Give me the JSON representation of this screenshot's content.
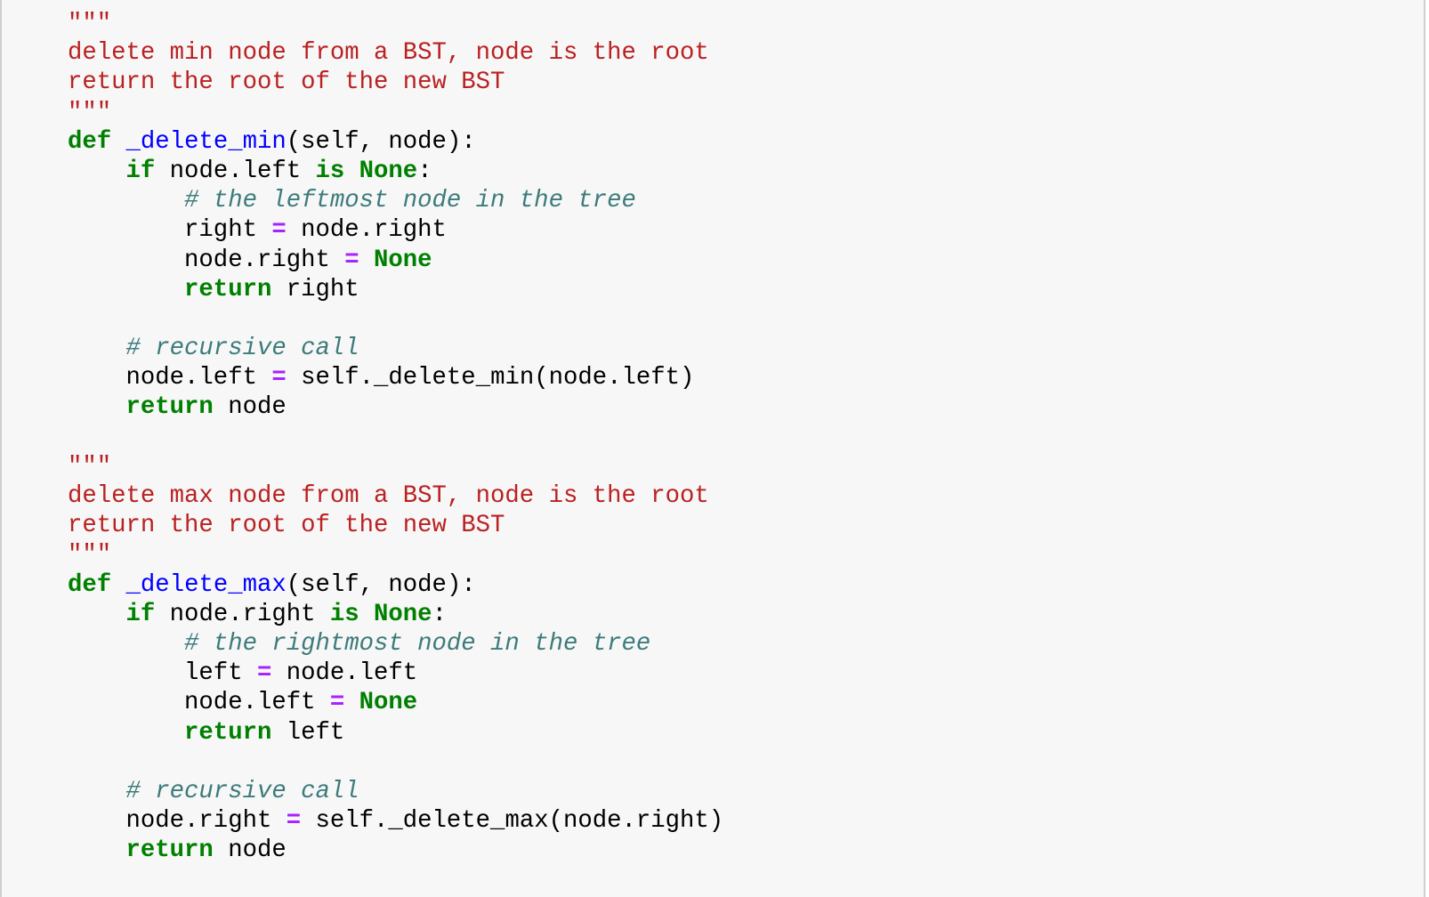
{
  "colors": {
    "string": "#ba2121",
    "keyword": "#008000",
    "function": "#0000ff",
    "comment": "#3d7b7b",
    "operator": "#aa22ff",
    "background": "#f7f7f7"
  },
  "lines": [
    {
      "tokens": [
        {
          "k": "s",
          "t": "\"\"\""
        }
      ]
    },
    {
      "tokens": [
        {
          "k": "s",
          "t": "delete min node from a BST, node is the root"
        }
      ]
    },
    {
      "tokens": [
        {
          "k": "s",
          "t": "return the root of the new BST"
        }
      ]
    },
    {
      "tokens": [
        {
          "k": "s",
          "t": "\"\"\""
        }
      ]
    },
    {
      "tokens": [
        {
          "k": "k",
          "t": "def"
        },
        {
          "k": "n",
          "t": " "
        },
        {
          "k": "f",
          "t": "_delete_min"
        },
        {
          "k": "n",
          "t": "(self, node):"
        }
      ]
    },
    {
      "tokens": [
        {
          "k": "n",
          "t": "    "
        },
        {
          "k": "k",
          "t": "if"
        },
        {
          "k": "n",
          "t": " node.left "
        },
        {
          "k": "k",
          "t": "is"
        },
        {
          "k": "n",
          "t": " "
        },
        {
          "k": "k",
          "t": "None"
        },
        {
          "k": "n",
          "t": ":"
        }
      ]
    },
    {
      "tokens": [
        {
          "k": "n",
          "t": "        "
        },
        {
          "k": "c",
          "t": "# the leftmost node in the tree"
        }
      ]
    },
    {
      "tokens": [
        {
          "k": "n",
          "t": "        right "
        },
        {
          "k": "o",
          "t": "="
        },
        {
          "k": "n",
          "t": " node.right"
        }
      ]
    },
    {
      "tokens": [
        {
          "k": "n",
          "t": "        node.right "
        },
        {
          "k": "o",
          "t": "="
        },
        {
          "k": "n",
          "t": " "
        },
        {
          "k": "k",
          "t": "None"
        }
      ]
    },
    {
      "tokens": [
        {
          "k": "n",
          "t": "        "
        },
        {
          "k": "k",
          "t": "return"
        },
        {
          "k": "n",
          "t": " right"
        }
      ]
    },
    {
      "tokens": []
    },
    {
      "tokens": [
        {
          "k": "n",
          "t": "    "
        },
        {
          "k": "c",
          "t": "# recursive call"
        }
      ]
    },
    {
      "tokens": [
        {
          "k": "n",
          "t": "    node.left "
        },
        {
          "k": "o",
          "t": "="
        },
        {
          "k": "n",
          "t": " self._delete_min(node.left)"
        }
      ]
    },
    {
      "tokens": [
        {
          "k": "n",
          "t": "    "
        },
        {
          "k": "k",
          "t": "return"
        },
        {
          "k": "n",
          "t": " node"
        }
      ]
    },
    {
      "tokens": []
    },
    {
      "tokens": [
        {
          "k": "s",
          "t": "\"\"\""
        }
      ]
    },
    {
      "tokens": [
        {
          "k": "s",
          "t": "delete max node from a BST, node is the root"
        }
      ]
    },
    {
      "tokens": [
        {
          "k": "s",
          "t": "return the root of the new BST"
        }
      ]
    },
    {
      "tokens": [
        {
          "k": "s",
          "t": "\"\"\""
        }
      ]
    },
    {
      "tokens": [
        {
          "k": "k",
          "t": "def"
        },
        {
          "k": "n",
          "t": " "
        },
        {
          "k": "f",
          "t": "_delete_max"
        },
        {
          "k": "n",
          "t": "(self, node):"
        }
      ]
    },
    {
      "tokens": [
        {
          "k": "n",
          "t": "    "
        },
        {
          "k": "k",
          "t": "if"
        },
        {
          "k": "n",
          "t": " node.right "
        },
        {
          "k": "k",
          "t": "is"
        },
        {
          "k": "n",
          "t": " "
        },
        {
          "k": "k",
          "t": "None"
        },
        {
          "k": "n",
          "t": ":"
        }
      ]
    },
    {
      "tokens": [
        {
          "k": "n",
          "t": "        "
        },
        {
          "k": "c",
          "t": "# the rightmost node in the tree"
        }
      ]
    },
    {
      "tokens": [
        {
          "k": "n",
          "t": "        left "
        },
        {
          "k": "o",
          "t": "="
        },
        {
          "k": "n",
          "t": " node.left"
        }
      ]
    },
    {
      "tokens": [
        {
          "k": "n",
          "t": "        node.left "
        },
        {
          "k": "o",
          "t": "="
        },
        {
          "k": "n",
          "t": " "
        },
        {
          "k": "k",
          "t": "None"
        }
      ]
    },
    {
      "tokens": [
        {
          "k": "n",
          "t": "        "
        },
        {
          "k": "k",
          "t": "return"
        },
        {
          "k": "n",
          "t": " left"
        }
      ]
    },
    {
      "tokens": []
    },
    {
      "tokens": [
        {
          "k": "n",
          "t": "    "
        },
        {
          "k": "c",
          "t": "# recursive call"
        }
      ]
    },
    {
      "tokens": [
        {
          "k": "n",
          "t": "    node.right "
        },
        {
          "k": "o",
          "t": "="
        },
        {
          "k": "n",
          "t": " self._delete_max(node.right)"
        }
      ]
    },
    {
      "tokens": [
        {
          "k": "n",
          "t": "    "
        },
        {
          "k": "k",
          "t": "return"
        },
        {
          "k": "n",
          "t": " node"
        }
      ]
    }
  ]
}
